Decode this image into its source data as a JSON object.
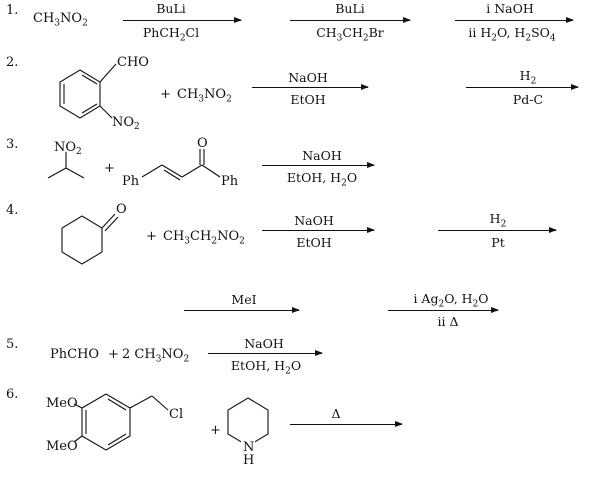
{
  "reactions": [
    {
      "number": "1.",
      "reactant": "CH3NO2",
      "steps": [
        {
          "above": "BuLi",
          "below": "PhCH2Cl"
        },
        {
          "above": "BuLi",
          "below": "CH3CH2Br"
        },
        {
          "above": "i NaOH",
          "below": "ii H2O, H2SO4"
        }
      ]
    },
    {
      "number": "2.",
      "reactant_groups": [
        "CHO",
        "NO2"
      ],
      "plus": "+",
      "reagent": "CH3NO2",
      "steps": [
        {
          "above": "NaOH",
          "below": "EtOH"
        },
        {
          "above": "H2",
          "below": "Pd-C"
        }
      ]
    },
    {
      "number": "3.",
      "reactant_groups": [
        "NO2"
      ],
      "plus": "+",
      "reagent_groups": [
        "Ph",
        "O",
        "Ph"
      ],
      "steps": [
        {
          "above": "NaOH",
          "below": "EtOH, H2O"
        }
      ]
    },
    {
      "number": "4.",
      "reactant_groups": [
        "O"
      ],
      "plus": "+",
      "reagent": "CH3CH2NO2",
      "steps": [
        {
          "above": "NaOH",
          "below": "EtOH"
        },
        {
          "above": "H2",
          "below": "Pt"
        },
        {
          "above": "MeI",
          "below": ""
        },
        {
          "above": "i Ag2O, H2O",
          "below": "ii Δ"
        }
      ]
    },
    {
      "number": "5.",
      "reactant": "PhCHO",
      "plus": "+",
      "reagent": "2 CH3NO2",
      "steps": [
        {
          "above": "NaOH",
          "below": "EtOH, H2O"
        }
      ]
    },
    {
      "number": "6.",
      "reactant_groups": [
        "MeO",
        "MeO",
        "Cl"
      ],
      "plus": "+",
      "reagent_groups": [
        "N",
        "H"
      ],
      "steps": [
        {
          "above": "Δ",
          "below": ""
        }
      ]
    }
  ]
}
